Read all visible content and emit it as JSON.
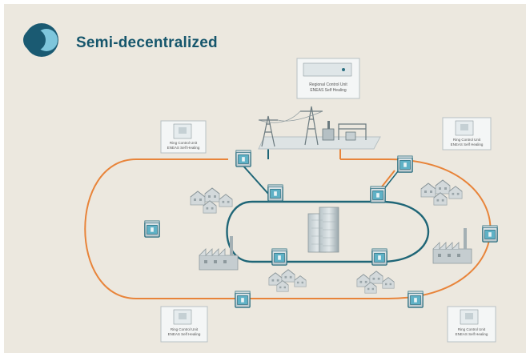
{
  "title": "Semi-decentralized",
  "control_units": {
    "regional": [
      "Regional Control Unit",
      "ENEAS Self Healing"
    ],
    "top_left": [
      "Ring Control Unit",
      "ENEAS Self Healing"
    ],
    "top_right": [
      "Ring Control Unit",
      "ENEAS Self Healing"
    ],
    "bottom_left": [
      "Ring Control Unit",
      "ENEAS Self Healing"
    ],
    "bottom_right": [
      "Ring Control Unit",
      "ENEAS Self Healing"
    ]
  },
  "colors": {
    "background": "#ece8df",
    "title": "#16566c",
    "outer_ring": "#e8843a",
    "inner_ring": "#1f6677",
    "logo_dark": "#1a5a72",
    "logo_light": "#7ec6dc"
  }
}
